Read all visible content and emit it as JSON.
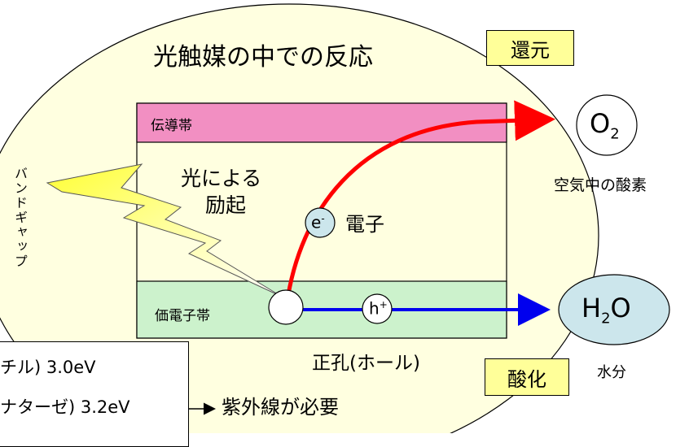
{
  "title": "光触媒の中での反応",
  "tags": {
    "reduction": "還元",
    "oxidation": "酸化"
  },
  "bands": {
    "conduction": "伝導帯",
    "valence": "価電子帯",
    "gap": "バンドギャップ"
  },
  "excitation": {
    "line1": "光による",
    "line2": "励起"
  },
  "electron": {
    "symbol": "e",
    "sup": "-",
    "label": "電子"
  },
  "hole": {
    "symbol": "h",
    "sup": "+",
    "label": "正孔(ホール)"
  },
  "oxygen": {
    "symbol": "O",
    "sub": "2",
    "label": "空気中の酸素"
  },
  "water": {
    "symbol1": "H",
    "sub": "2",
    "symbol2": "O",
    "label": "水分"
  },
  "info": {
    "line1": "チル) 3.0eV",
    "line2": "ナターゼ) 3.2eV",
    "arrow_text": "紫外線が必要"
  },
  "colors": {
    "conduction_band": "#f28fc2",
    "bandgap_region": "#ffffe0",
    "valence_band": "#ccf2cc",
    "water_circle": "#cce6ec",
    "tag_fill": "#ffff99",
    "electron_arrow": "#ff0000",
    "hole_arrow": "#0000ee",
    "lightning": "#ffff66"
  }
}
